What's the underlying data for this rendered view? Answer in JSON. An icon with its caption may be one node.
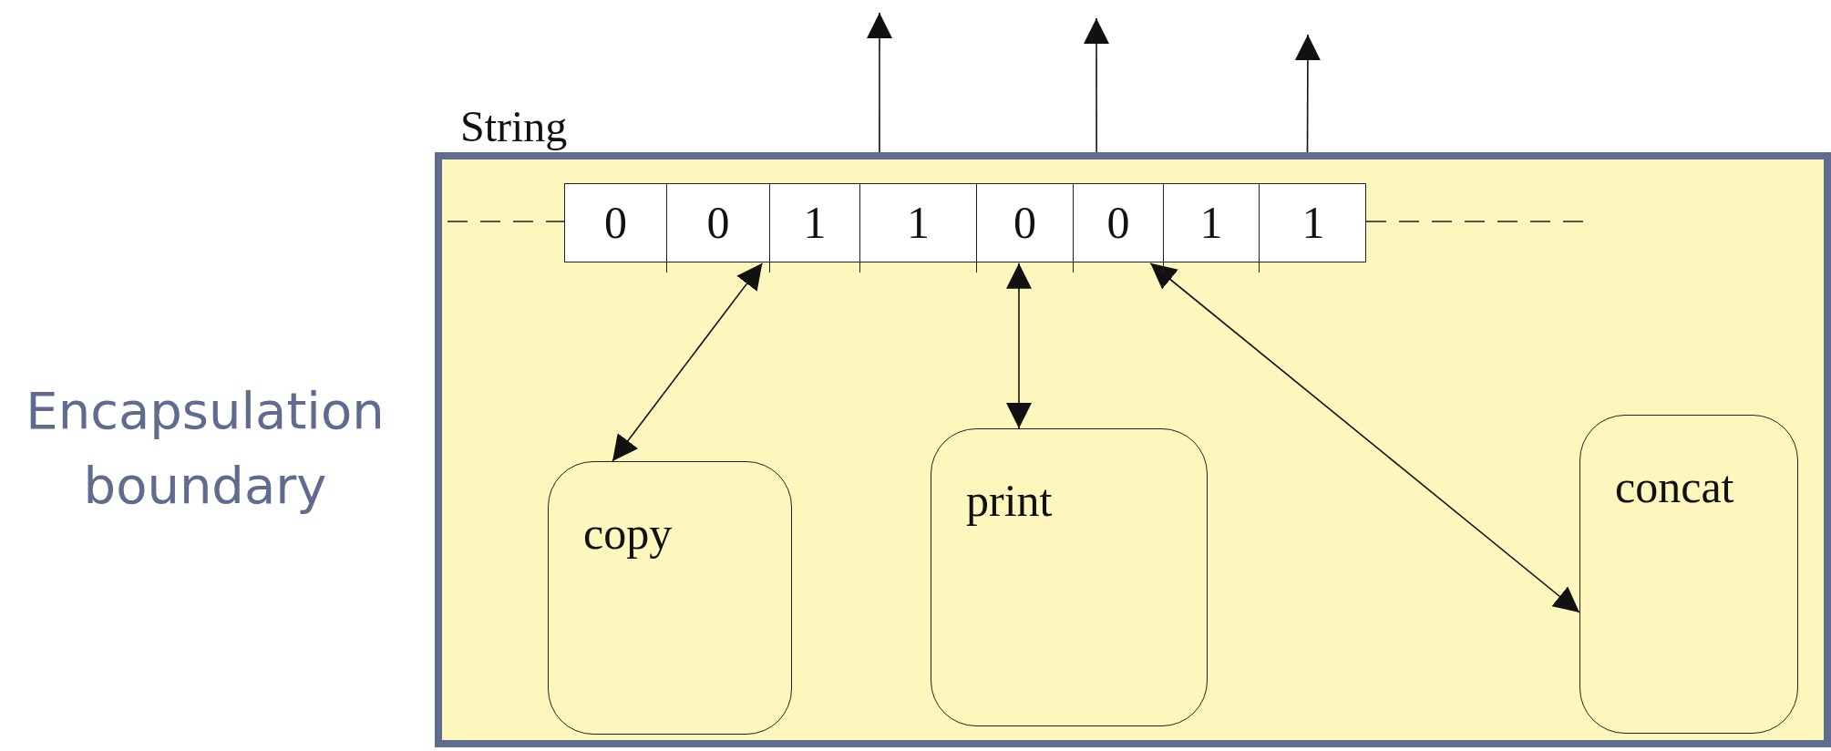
{
  "diagram": {
    "nodes": [
      {
        "text": [
          "String"
        ]
      },
      {
        "text": [],
        "shape": "box",
        "in": 0
      },
      {
        "text": [
          "0"
        ],
        "in": 1
      },
      {
        "text": [
          "0"
        ],
        "in": 1
      },
      {
        "text": [
          "1"
        ],
        "in": 1
      },
      {
        "text": [
          "1"
        ],
        "in": 1
      },
      {
        "text": [
          "0"
        ],
        "in": 1
      },
      {
        "text": [
          "0"
        ],
        "in": 1
      },
      {
        "text": [
          "1"
        ],
        "in": 1
      },
      {
        "text": [
          "1"
        ],
        "in": 1
      },
      {
        "text": [
          "copy"
        ],
        "in": 0
      },
      {
        "text": [
          "print"
        ],
        "in": 0
      },
      {
        "text": [
          "concat"
        ],
        "in": 0
      }
    ],
    "edges": [
      {
        "from": 10,
        "to": 1,
        "arrow": "both"
      },
      {
        "from": 11,
        "to": 1,
        "arrow": "both"
      },
      {
        "from": 12,
        "to": 1,
        "arrow": "both"
      },
      {
        "from": 0,
        "to": null,
        "arrow": "to"
      },
      {
        "from": 0,
        "to": null,
        "arrow": "to"
      },
      {
        "from": 0,
        "to": null,
        "arrow": "to"
      }
    ],
    "labels": [
      "Encapsulation boundary"
    ]
  }
}
